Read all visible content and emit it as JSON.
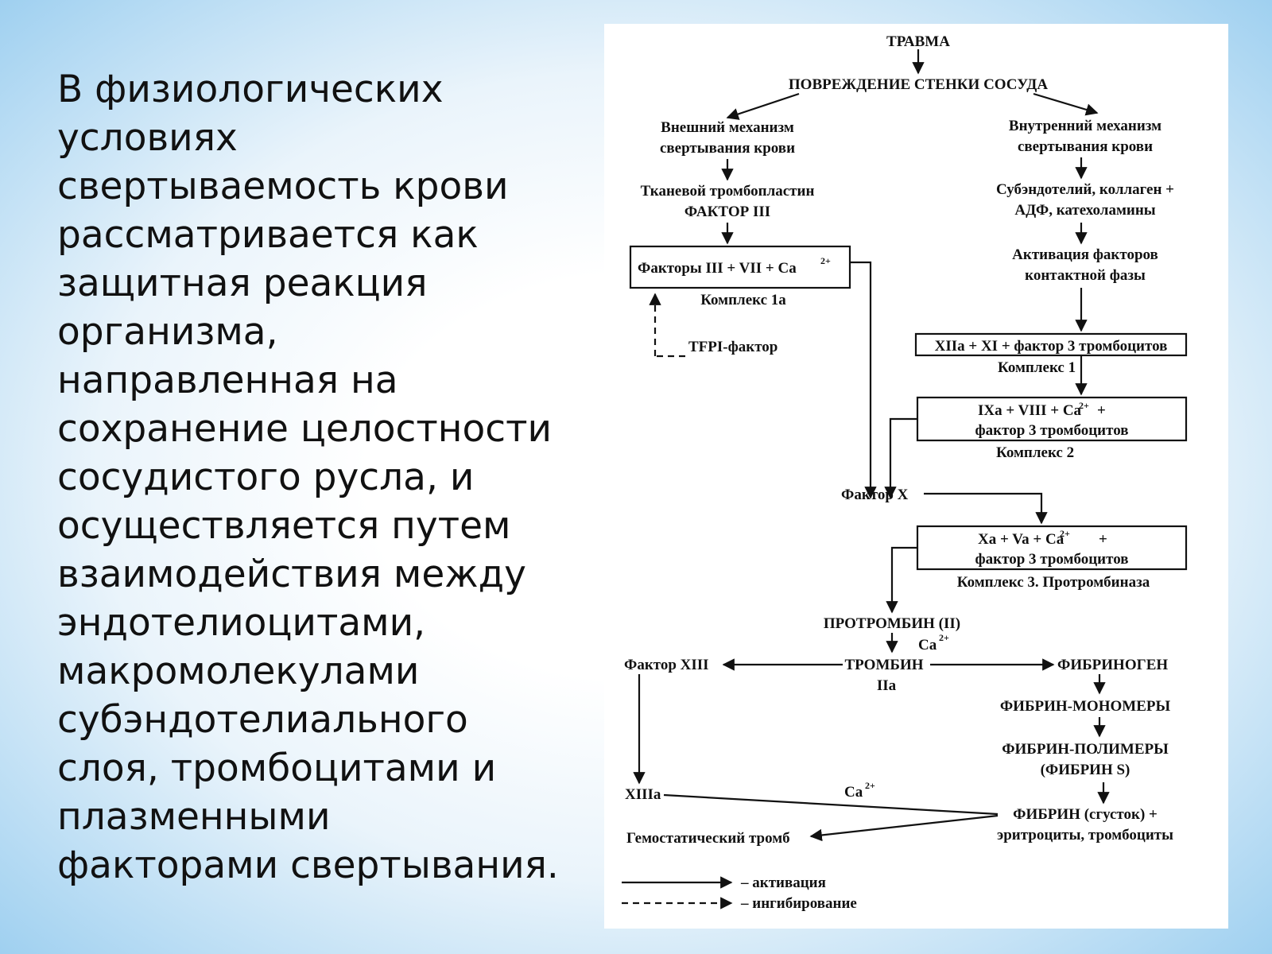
{
  "slide_text": [
    "В физиологических",
    "условиях",
    "свертываемость крови",
    "рассматривается как",
    "защитная реакция",
    "организма,",
    "направленная на",
    "сохранение целостности",
    "сосудистого русла, и",
    "осуществляется путем",
    "взаимодействия между",
    "эндотелиоцитами,",
    "макромолекулами",
    "субэндотелиального",
    "слоя, тромбоцитами и",
    "плазменными",
    "факторами свертывания."
  ],
  "diagram": {
    "trauma": "ТРАВМА",
    "vessel_damage": "ПОВРЕЖДЕНИЕ СТЕНКИ СОСУДА",
    "extrinsic_1": "Внешний механизм",
    "extrinsic_2": "свертывания крови",
    "intrinsic_1": "Внутренний механизм",
    "intrinsic_2": "свертывания крови",
    "tissue_1": "Тканевой тромбопластин",
    "tissue_2": "ФАКТОР III",
    "subendo_1": "Субэндотелий, коллаген +",
    "subendo_2": "АДФ, катехоламины",
    "factors_box": "Факторы III + VII + Ca",
    "sup_2plus": "2+",
    "complex_1a": "Комплекс 1а",
    "activation_1": "Активация факторов",
    "activation_2": "контактной фазы",
    "tfpi": "TFPI-фактор",
    "xii_box": "XIIa + XI + фактор 3 тромбоцитов",
    "complex": "Комплекс 1",
    "ix_box_1": "IXa + VIII + Ca",
    "ix_box_1_tail": "+",
    "ix_box_2": "фактор 3 тромбоцитов",
    "complex_2": "Комплекс 2",
    "factor_x": "Фактор X",
    "xa_box_1": "Xa + Va + Ca",
    "xa_box_1_tail": "+",
    "xa_box_2": "фактор 3 тромбоцитов",
    "complex_3": "Комплекс 3. Протромбиназа",
    "prothrombin": "ПРОТРОМБИН (II)",
    "ca": "Ca",
    "factor_xiii": "Фактор XIII",
    "thrombin": "ТРОМБИН",
    "iia": "IIa",
    "fibrinogen": "ФИБРИНОГЕН",
    "fibrin_monomers": "ФИБРИН-МОНОМЕРЫ",
    "fibrin_polymers_1": "ФИБРИН-ПОЛИМЕРЫ",
    "fibrin_polymers_2": "(ФИБРИН S)",
    "xiiia": "XIIIa",
    "fibrin_clot_1": "ФИБРИН (сгусток) +",
    "fibrin_clot_2": "эритроциты, тромбоциты",
    "hemostatic": "Гемостатический тромб",
    "legend_activation": "– активация",
    "legend_inhibition": "– ингибирование"
  }
}
